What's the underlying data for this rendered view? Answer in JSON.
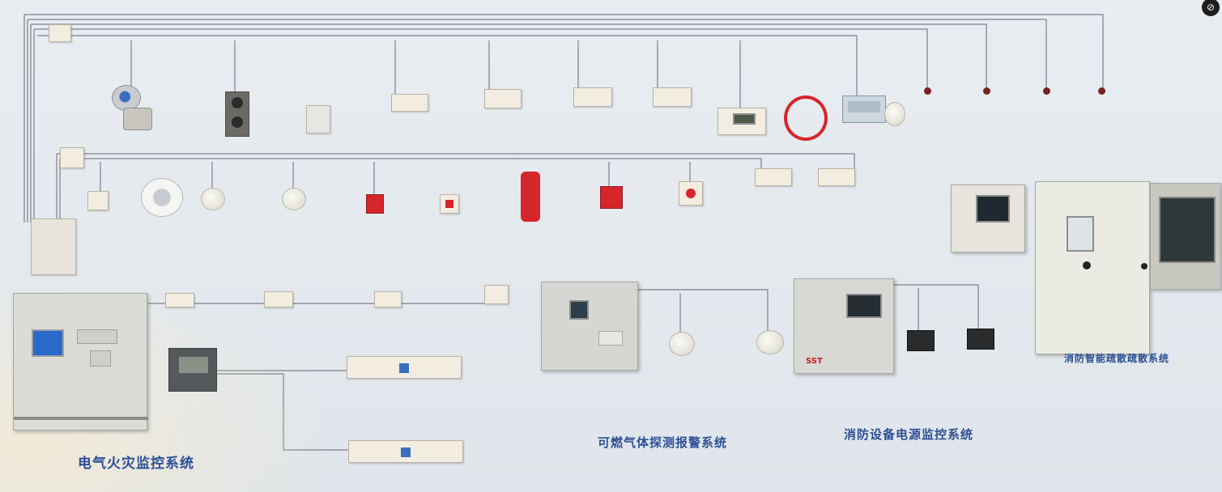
{
  "scene": {
    "description_labels": {
      "electrical_fire": "电气火灾监控系统",
      "combustible_gas": "可燃气体探测报警系统",
      "power_monitor": "消防设备电源监控系统",
      "emergency_evac": "消防智能疏散疏散系统"
    },
    "panel_brand": "SST",
    "corner_icon": "⊘"
  },
  "colors": {
    "title_blue": "#2d4f96",
    "wire": "#7d7f86",
    "accent_red": "#d7262b"
  }
}
